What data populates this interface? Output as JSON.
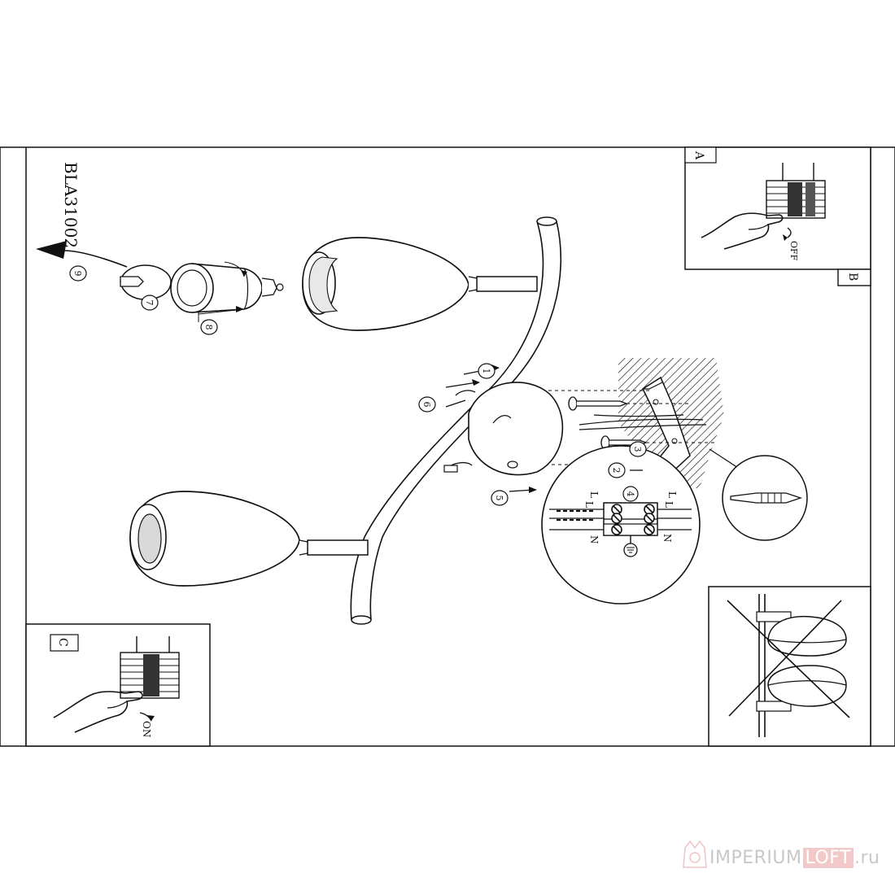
{
  "model_code": "BLA31002",
  "panels": {
    "a": {
      "label": "A",
      "switch_text": "OFF"
    },
    "b": {
      "label": "B"
    },
    "c": {
      "label": "C",
      "switch_text": "ON"
    }
  },
  "steps": [
    "1",
    "2",
    "3",
    "4",
    "5",
    "6",
    "7",
    "8",
    "9"
  ],
  "terminal_block": {
    "left": [
      "L",
      "L",
      "N"
    ],
    "right": [
      "L",
      "L",
      "N"
    ]
  },
  "watermark": {
    "part1": "IMPERIUM",
    "part2": "LOFT",
    "part3": ".ru"
  }
}
